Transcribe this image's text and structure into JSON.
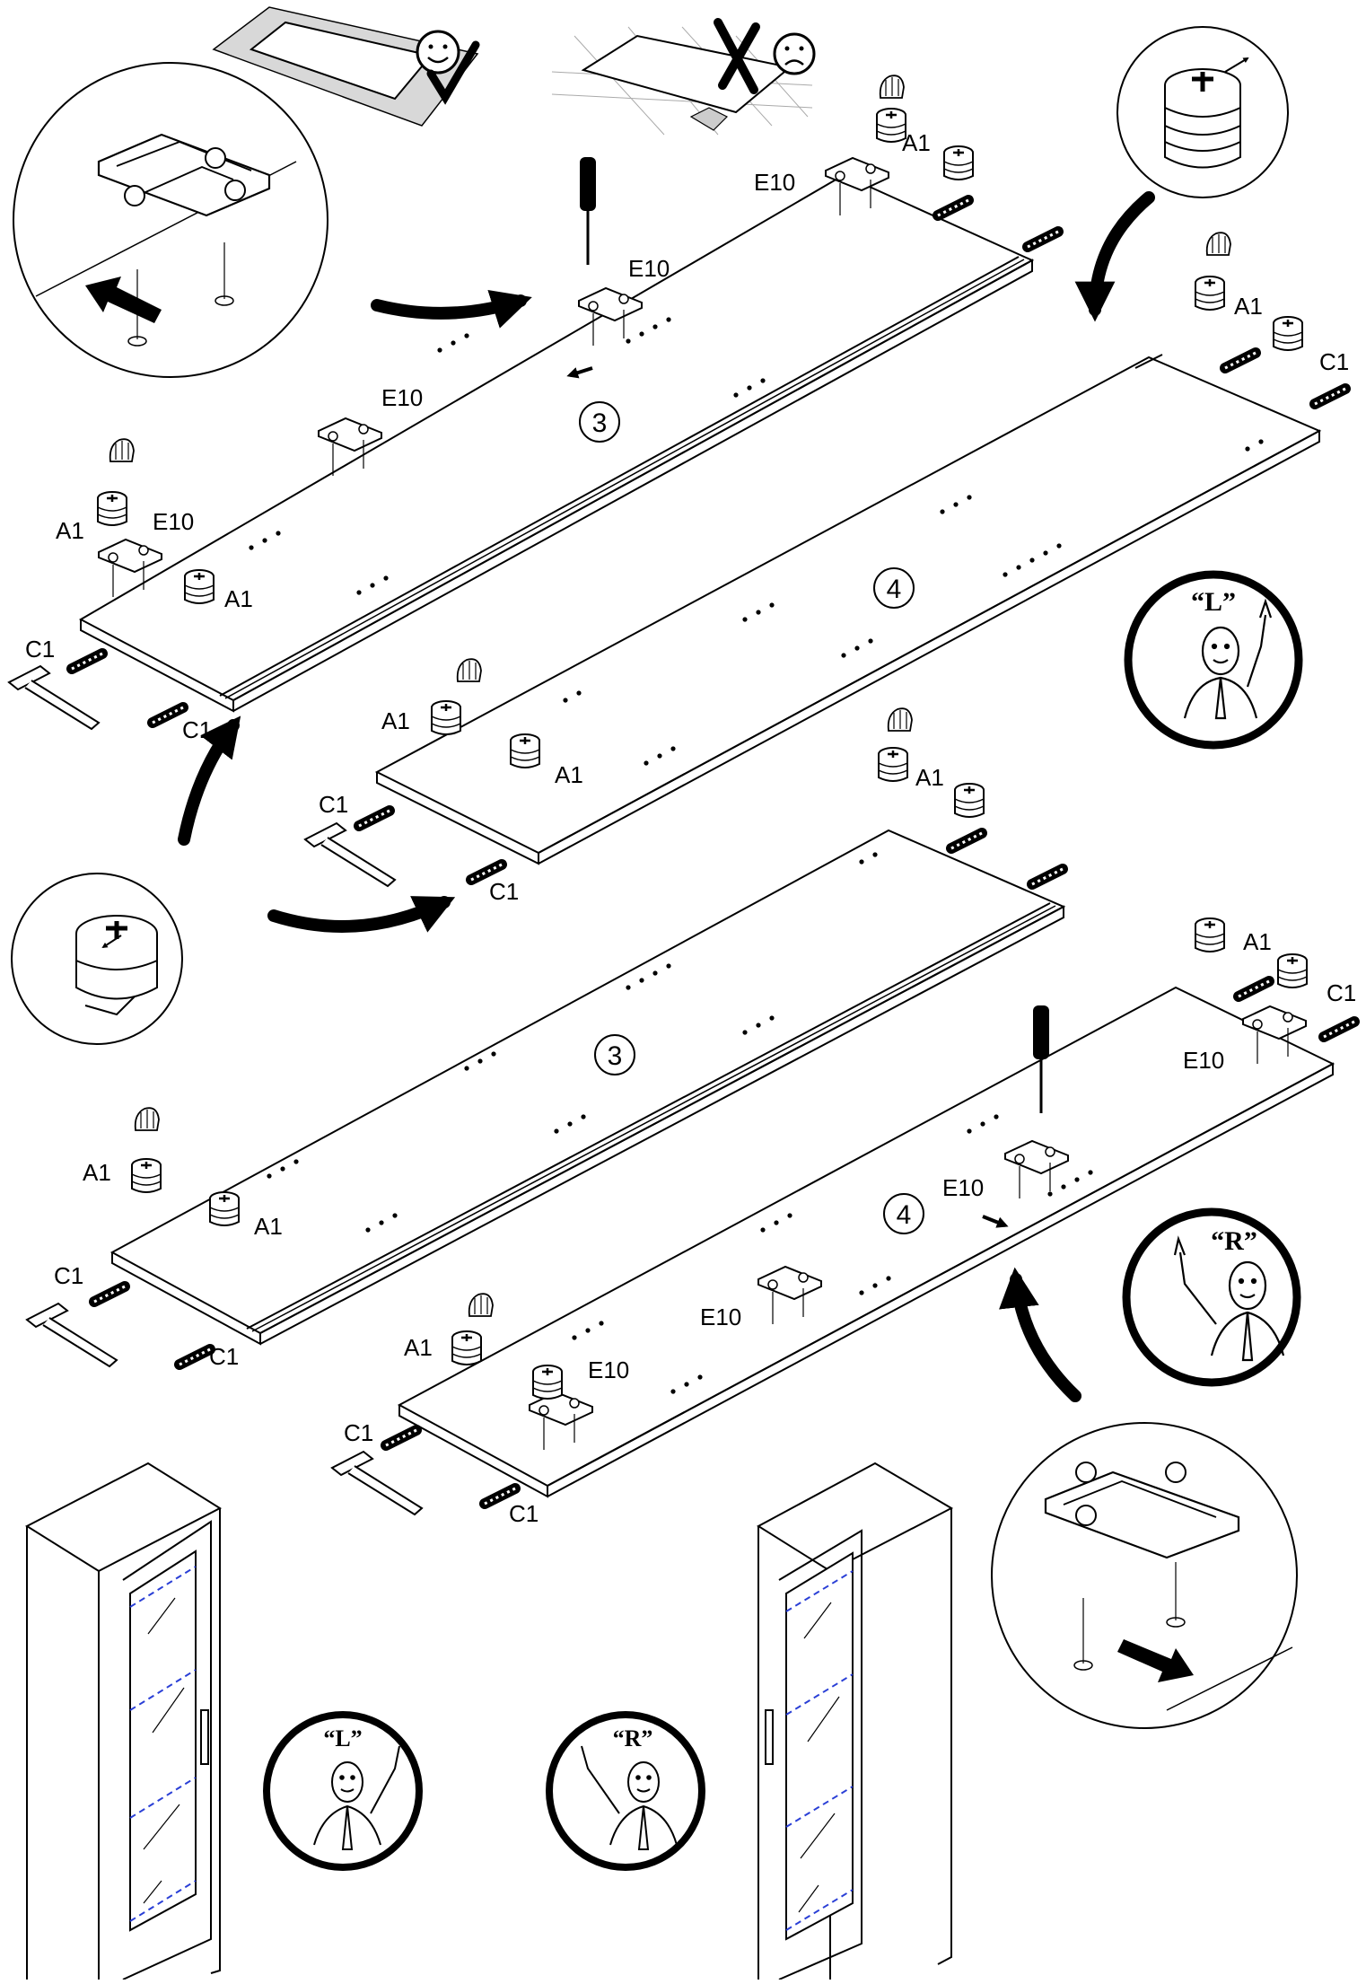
{
  "panel_numbers": {
    "top_left_panel": "3",
    "top_right_panel": "4",
    "bottom_left_panel": "3",
    "bottom_right_panel": "4"
  },
  "hand_labels": {
    "left_badge": "“L”",
    "right_badge": "“R”",
    "small_left_badge": "“L”",
    "small_right_badge": "“R”"
  },
  "part_labels": {
    "a1": "A1",
    "c1": "C1",
    "e10": "E10"
  },
  "colors": {
    "line": "#000000",
    "glass_shelf_dash": "#2a3fd6",
    "background": "#ffffff"
  }
}
